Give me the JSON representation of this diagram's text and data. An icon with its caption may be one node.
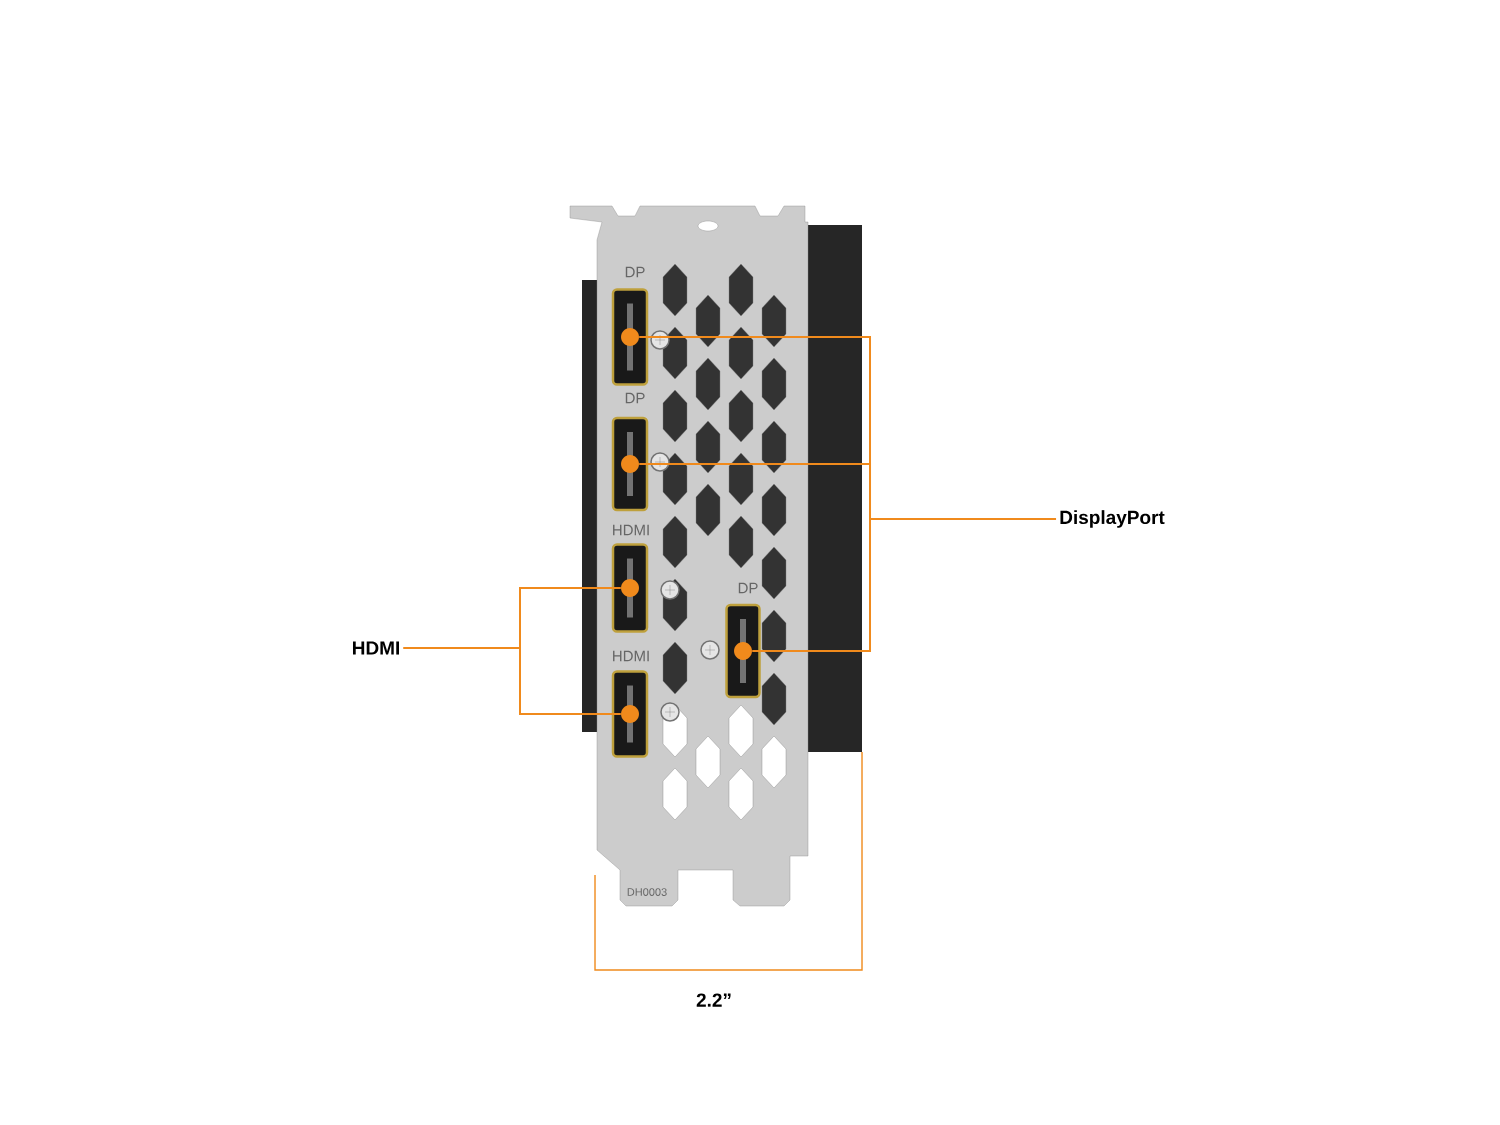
{
  "diagram": {
    "nodes": [
      {
        "text": [
          "DisplayPort"
        ]
      },
      {
        "text": [
          "HDMI"
        ]
      },
      {
        "text": [],
        "shape": "circle"
      },
      {
        "text": [],
        "shape": "circle"
      },
      {
        "text": [],
        "shape": "circle"
      },
      {
        "text": [],
        "shape": "circle"
      },
      {
        "text": [],
        "shape": "circle"
      }
    ],
    "edges": [
      {
        "from": 0,
        "to": 2,
        "arrow": "none"
      },
      {
        "from": 0,
        "to": 3,
        "arrow": "none"
      },
      {
        "from": 0,
        "to": 4,
        "arrow": "none"
      },
      {
        "from": 1,
        "to": 5,
        "arrow": "none"
      },
      {
        "from": 1,
        "to": 6,
        "arrow": "none"
      }
    ],
    "labels": [
      "DP",
      "DP",
      "HDMI",
      "HDMI",
      "DP",
      "DH0003",
      "2.2”"
    ]
  }
}
